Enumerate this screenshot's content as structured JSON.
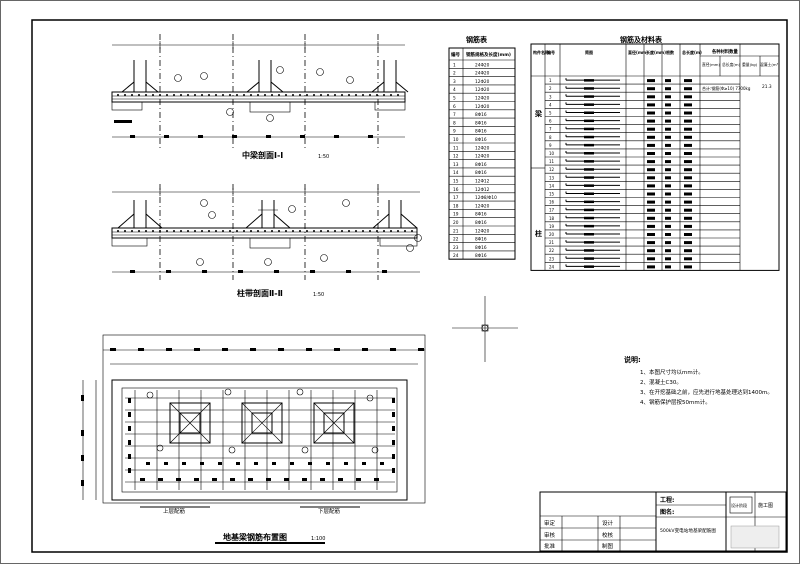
{
  "drawing": {
    "section1_title": "中梁剖面Ⅰ-Ⅰ",
    "section1_scale": "1:50",
    "section2_title": "柱带剖面Ⅱ-Ⅱ",
    "section2_scale": "1:50",
    "plan_title": "地基梁钢筋布置图",
    "plan_scale": "1:100",
    "plan_label_left": "上层配筋",
    "plan_label_right": "下层配筋"
  },
  "rebar_table": {
    "title": "钢筋表",
    "headers": [
      "编号",
      "钢筋规格及长度(mm)"
    ],
    "rows": [
      [
        "1",
        "24Φ20"
      ],
      [
        "2",
        "24Φ20"
      ],
      [
        "3",
        "12Φ20"
      ],
      [
        "4",
        "12Φ20"
      ],
      [
        "5",
        "12Φ20"
      ],
      [
        "6",
        "12Φ20"
      ],
      [
        "7",
        "8Φ16"
      ],
      [
        "8",
        "8Φ16"
      ],
      [
        "9",
        "8Φ16"
      ],
      [
        "10",
        "8Φ16"
      ],
      [
        "11",
        "12Φ20"
      ],
      [
        "12",
        "12Φ20"
      ],
      [
        "13",
        "8Φ16"
      ],
      [
        "14",
        "8Φ16"
      ],
      [
        "15",
        "12Φ12"
      ],
      [
        "16",
        "12Φ12"
      ],
      [
        "17",
        "12Φ8/Φ10"
      ],
      [
        "18",
        "12Φ20"
      ],
      [
        "19",
        "8Φ16"
      ],
      [
        "20",
        "8Φ16"
      ],
      [
        "21",
        "12Φ20"
      ],
      [
        "22",
        "8Φ16"
      ],
      [
        "23",
        "8Φ16"
      ],
      [
        "24",
        "8Φ16"
      ]
    ]
  },
  "material_table": {
    "title": "钢筋及材料表",
    "headers": [
      "构件名称",
      "编号",
      "简图",
      "直径(mm)",
      "长度(mm)",
      "根数",
      "总长度(m)",
      "各种材料数量"
    ],
    "sub_headers": [
      "直径(mm)",
      "总长度(m)",
      "重量(kg)",
      "混凝土(m³)"
    ],
    "group_labels": [
      "梁",
      "柱"
    ],
    "summary_note": "合计:钢筋(Φ≥10) 7700kg",
    "row_numbers": [
      "1",
      "2",
      "3",
      "4",
      "5",
      "6",
      "7",
      "8",
      "9",
      "10",
      "11",
      "12",
      "13",
      "14",
      "15",
      "16",
      "17",
      "18",
      "19",
      "20",
      "21",
      "22",
      "23",
      "24"
    ],
    "concrete_value": "21.3"
  },
  "notes": {
    "title": "说明:",
    "items": [
      "1、本图尺寸均以mm计。",
      "2、混凝土C30。",
      "3、在开挖基础之前，应先进行地基处理达到1400m。",
      "4、钢筋保护层按50mm计。"
    ]
  },
  "title_block": {
    "project_label": "工程:",
    "drawing_label": "图名:",
    "drawing_name": "500kV变电站地基梁配筋图",
    "rows": [
      [
        "审定",
        "设计"
      ],
      [
        "审核",
        "校核"
      ],
      [
        "批准",
        "制图"
      ]
    ],
    "stamp_1": "设计阶段",
    "stamp_2": "施工图"
  }
}
